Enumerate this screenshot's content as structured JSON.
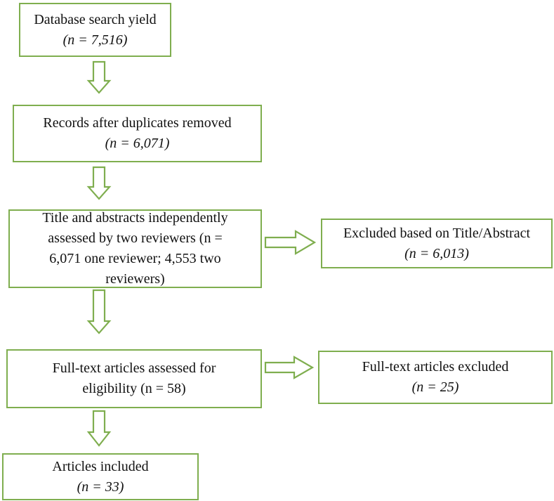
{
  "boxes": {
    "database_search": {
      "line1": "Database search yield",
      "n_text": "(n = 7,516)"
    },
    "duplicates_removed": {
      "line1": "Records after duplicates removed",
      "n_text": "(n = 6,071)"
    },
    "title_abstract": {
      "line1": "Title and abstracts independently",
      "line2": "assessed by two reviewers (n =",
      "line3": "6,071 one reviewer; 4,553 two",
      "line4": "reviewers)"
    },
    "excluded_title_abstract": {
      "line1": "Excluded based on Title/Abstract",
      "n_text": "(n = 6,013)"
    },
    "full_text_assessed": {
      "line1": "Full-text articles assessed for",
      "line2": "eligibility (n = 58)"
    },
    "full_text_excluded": {
      "line1": "Full-text articles excluded",
      "n_text": "(n = 25)"
    },
    "included": {
      "line1": "Articles included",
      "n_text": "(n = 33)"
    }
  },
  "colors": {
    "border": "#7fae4f",
    "arrow_fill": "#ffffff",
    "text": "#111111"
  }
}
